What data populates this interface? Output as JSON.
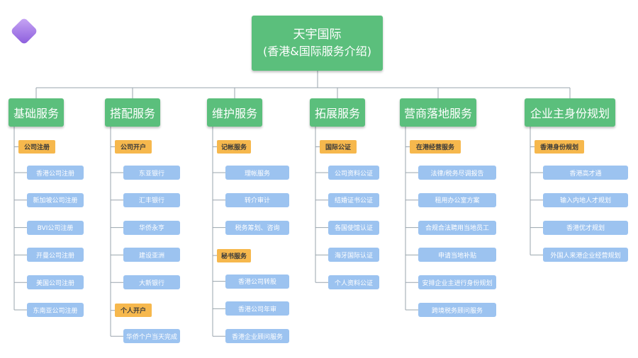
{
  "root": {
    "line1": "天宇国际",
    "line2": "(香港&国际服务介绍)"
  },
  "colors": {
    "green": "#5bbf7c",
    "orange": "#f6b84d",
    "blue": "#9cc3f0",
    "line": "#9aa4ad",
    "logo": "#a77ee8"
  },
  "categories": [
    {
      "label": "基础服务",
      "groups": [
        {
          "label": "公司注册",
          "items": [
            "香港公司注册",
            "新加坡公司注册",
            "BVI公司注册",
            "开曼公司注册",
            "美国公司注册",
            "东南亚公司注册"
          ]
        }
      ]
    },
    {
      "label": "搭配服务",
      "groups": [
        {
          "label": "公司开户",
          "items": [
            "东亚银行",
            "汇丰银行",
            "华侨永亨",
            "建设亚洲",
            "大新银行"
          ]
        },
        {
          "label": "个人开户",
          "items": [
            "华侨个户当天完成"
          ]
        }
      ]
    },
    {
      "label": "维护服务",
      "groups": [
        {
          "label": "记帐服务",
          "items": [
            "理帐服务",
            "转介审计",
            "税务筹划、咨询"
          ]
        },
        {
          "label": "秘书服务",
          "items": [
            "香港公司转股",
            "香港公司年审",
            "香港企业顾问服务"
          ]
        }
      ]
    },
    {
      "label": "拓展服务",
      "groups": [
        {
          "label": "国际公证",
          "items": [
            "公司资料公证",
            "结婚证书公证",
            "各国使馆认证",
            "海牙国际认证",
            "个人资料公证"
          ]
        }
      ]
    },
    {
      "label": "营商落地服务",
      "groups": [
        {
          "label": "在港经营服务",
          "items": [
            "法律/税务尽调报告",
            "租用办公室方案",
            "合规合法聘用当地员工",
            "申请当地补贴",
            "安排企业主进行身份规划",
            "跨境税务顾问服务"
          ]
        }
      ]
    },
    {
      "label": "企业主身份规划",
      "groups": [
        {
          "label": "香港身份规划",
          "items": [
            "香港高才通",
            "输入内地人才规划",
            "香港优才规划",
            "外国人来港企业经营规划"
          ]
        }
      ]
    }
  ]
}
